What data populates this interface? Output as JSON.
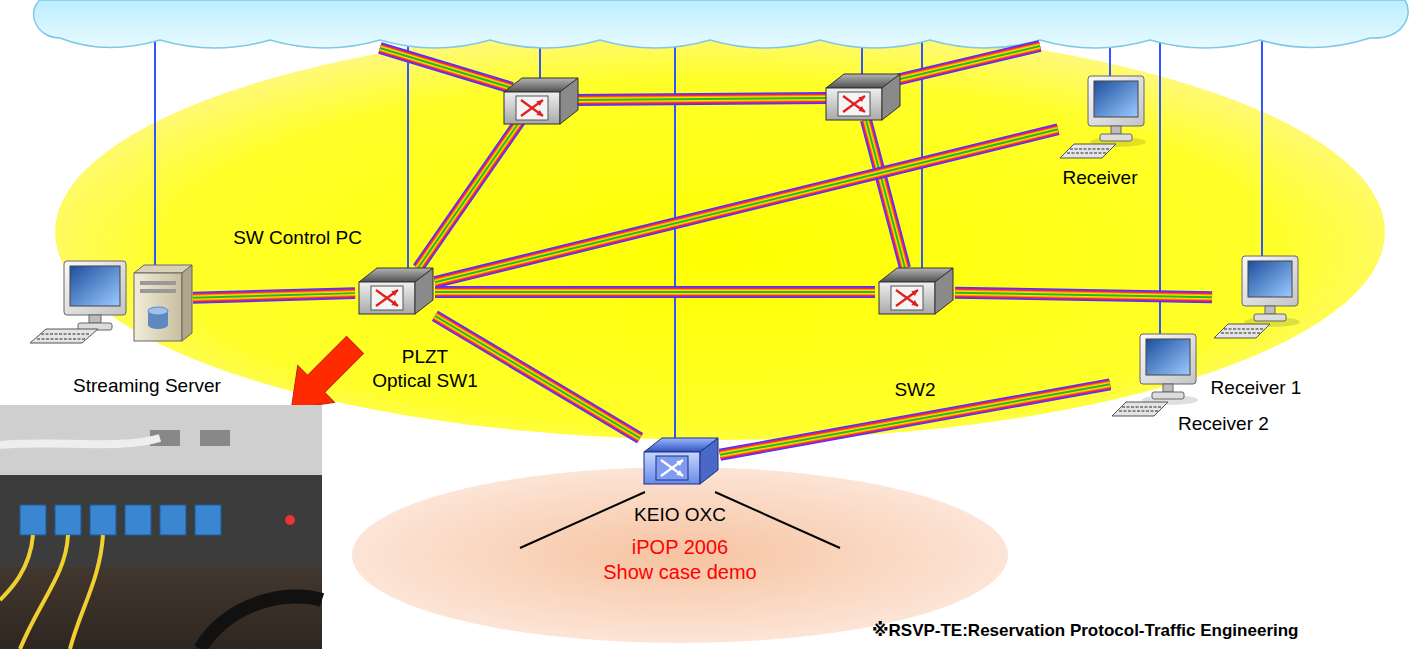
{
  "diagram": {
    "nodes": [
      {
        "text": [
          "Streaming Server"
        ]
      },
      {
        "text": [
          "SW Control PC",
          "PLZT Optical SW1"
        ]
      },
      {
        "text": [
          "SW2"
        ]
      },
      {
        "text": [
          "Receiver"
        ]
      },
      {
        "text": [
          "Receiver 1"
        ]
      },
      {
        "text": [
          "Receiver 2"
        ]
      },
      {
        "text": [
          "iPOP 2006 Show case demo"
        ]
      },
      {
        "text": [
          "KEIO OXC"
        ]
      }
    ],
    "edges": [
      {
        "from": 0,
        "to": 1,
        "arrow": "none"
      },
      {
        "from": 1,
        "to": 2,
        "arrow": "none"
      },
      {
        "from": 2,
        "to": 4,
        "arrow": "none"
      },
      {
        "from": 1,
        "to": 3,
        "arrow": "none"
      },
      {
        "from": 1,
        "to": 7,
        "arrow": "none"
      },
      {
        "from": 7,
        "to": 5,
        "arrow": "none"
      }
    ],
    "labels": [
      "※RSVP-TE:Reservation Protocol-Traffic Engineering"
    ]
  }
}
